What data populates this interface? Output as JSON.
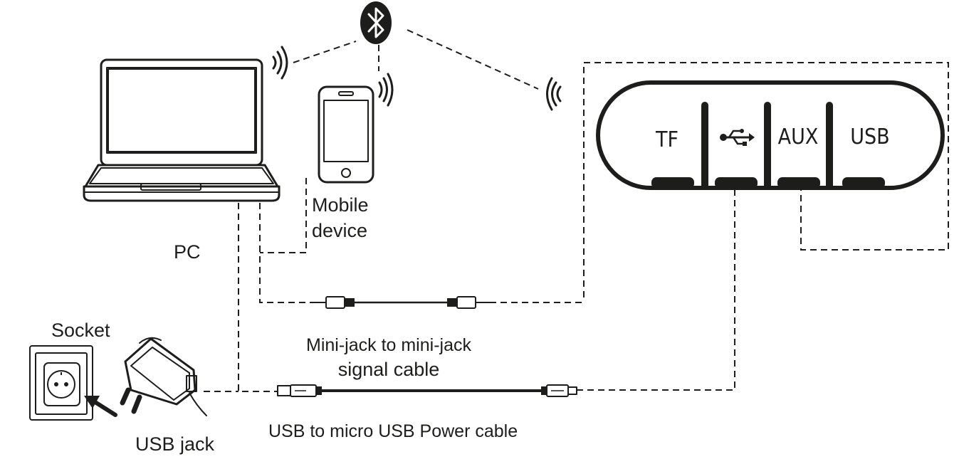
{
  "labels": {
    "pc": "PC",
    "mobile_line1": "Mobile",
    "mobile_line2": "device",
    "socket": "Socket",
    "usb_jack": "USB jack",
    "minijack_line1": "Mini-jack to mini-jack",
    "minijack_line2": "signal cable",
    "usb_power_cable": "USB to micro USB Power cable"
  },
  "speaker_ports": {
    "tf": "TF",
    "aux": "AUX",
    "usb": "USB",
    "micro_usb_icon": "usb-symbol-icon"
  },
  "icons": {
    "bluetooth": "bluetooth-icon",
    "wireless_signal": "wireless-signal-icon",
    "insert_arrow": "arrow-icon"
  },
  "colors": {
    "ink": "#1d1d1b",
    "background": "#ffffff"
  }
}
